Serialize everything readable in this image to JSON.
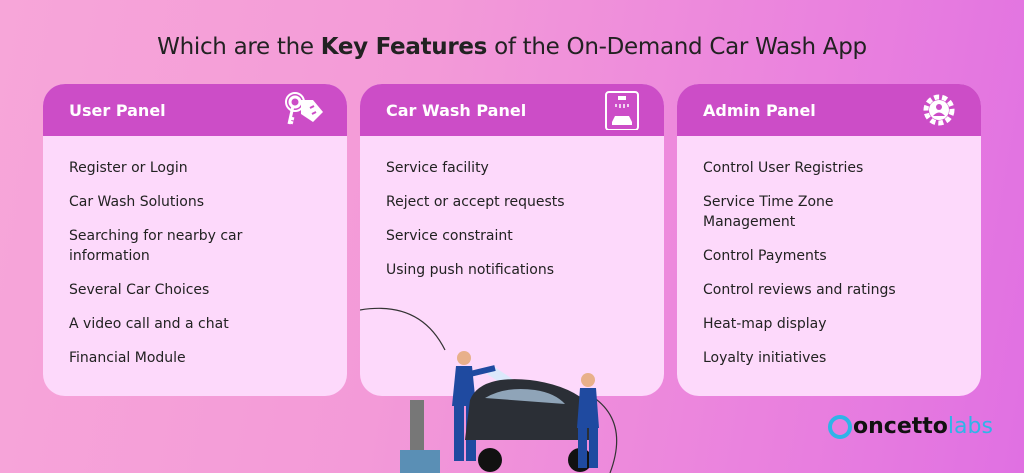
{
  "title": {
    "pre": "Which are the ",
    "bold": "Key Features",
    "post": " of the On-Demand Car Wash App"
  },
  "panels": [
    {
      "title": "User Panel",
      "icon": "key-tag-icon",
      "items": [
        "Register or Login",
        "Car Wash Solutions",
        "Searching for nearby car information",
        "Several Car Choices",
        "A video call and a chat",
        "Financial Module"
      ]
    },
    {
      "title": "Car Wash Panel",
      "icon": "car-wash-icon",
      "items": [
        "Service facility",
        "Reject or accept requests",
        "Service constraint",
        "Using push notifications"
      ]
    },
    {
      "title": "Admin Panel",
      "icon": "admin-gear-icon",
      "items": [
        "Control User Registries",
        "Service Time Zone Management",
        "Control Payments",
        "Control reviews and ratings",
        "Heat-map display",
        "Loyalty initiatives"
      ]
    }
  ],
  "logo": {
    "main": "oncetto",
    "accent": "labs"
  },
  "colors": {
    "header": "#cc4dc7",
    "card": "#fdd9fb",
    "logo": "#2fb4e8"
  }
}
